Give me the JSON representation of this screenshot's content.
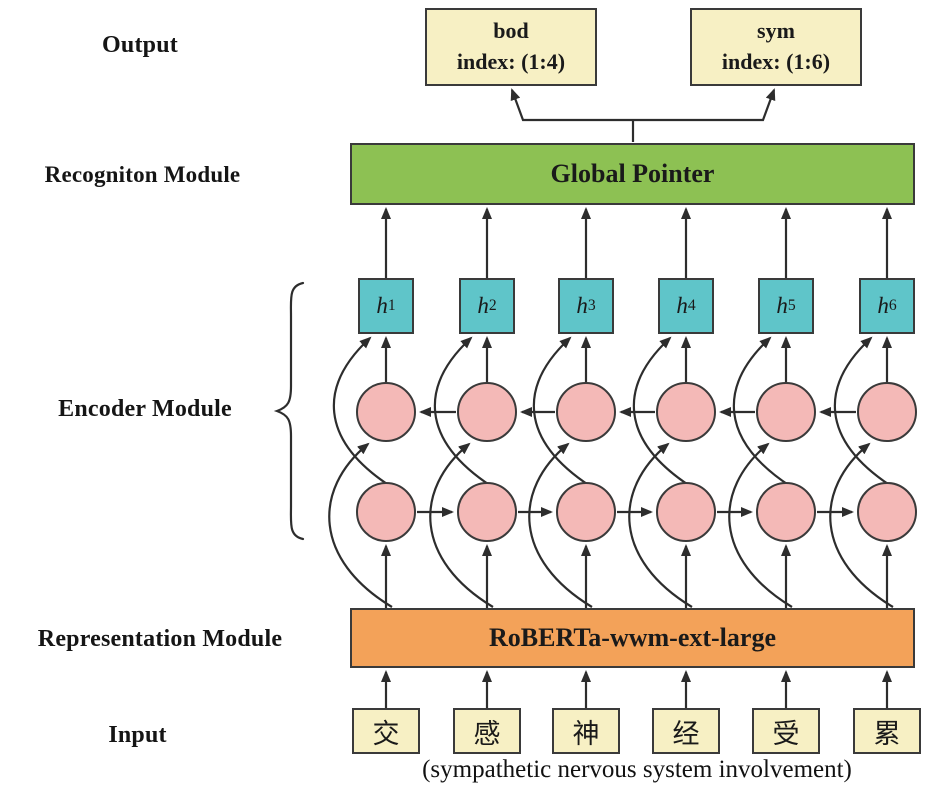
{
  "labels": {
    "output": "Output",
    "recognition_module": "Recogniton Module",
    "encoder_module": "Encoder Module",
    "representation_module": "Representation Module",
    "input": "Input"
  },
  "output_boxes": [
    {
      "entity": "bod",
      "index": "index: (1:4)"
    },
    {
      "entity": "sym",
      "index": "index: (1:6)"
    }
  ],
  "recognition_box": {
    "label": "Global Pointer"
  },
  "representation_box": {
    "label": "RoBERTa-wwm-ext-large"
  },
  "encoder": {
    "hidden_units": [
      {
        "base": "h",
        "sub": "1"
      },
      {
        "base": "h",
        "sub": "2"
      },
      {
        "base": "h",
        "sub": "3"
      },
      {
        "base": "h",
        "sub": "4"
      },
      {
        "base": "h",
        "sub": "5"
      },
      {
        "base": "h",
        "sub": "6"
      }
    ],
    "rows": [
      "backward",
      "forward"
    ]
  },
  "input_tokens": [
    "交",
    "感",
    "神",
    "经",
    "受",
    "累"
  ],
  "caption": "(sympathetic nervous system involvement)",
  "colors": {
    "box-cream": "#f7f0c4",
    "recognition-green": "#8dc153",
    "hidden-teal": "#5fc5c9",
    "cell-pink": "#f4b9b7",
    "representation-orange": "#f3a259",
    "border-dark": "#3a3a3a",
    "line": "#2d2d2d"
  }
}
